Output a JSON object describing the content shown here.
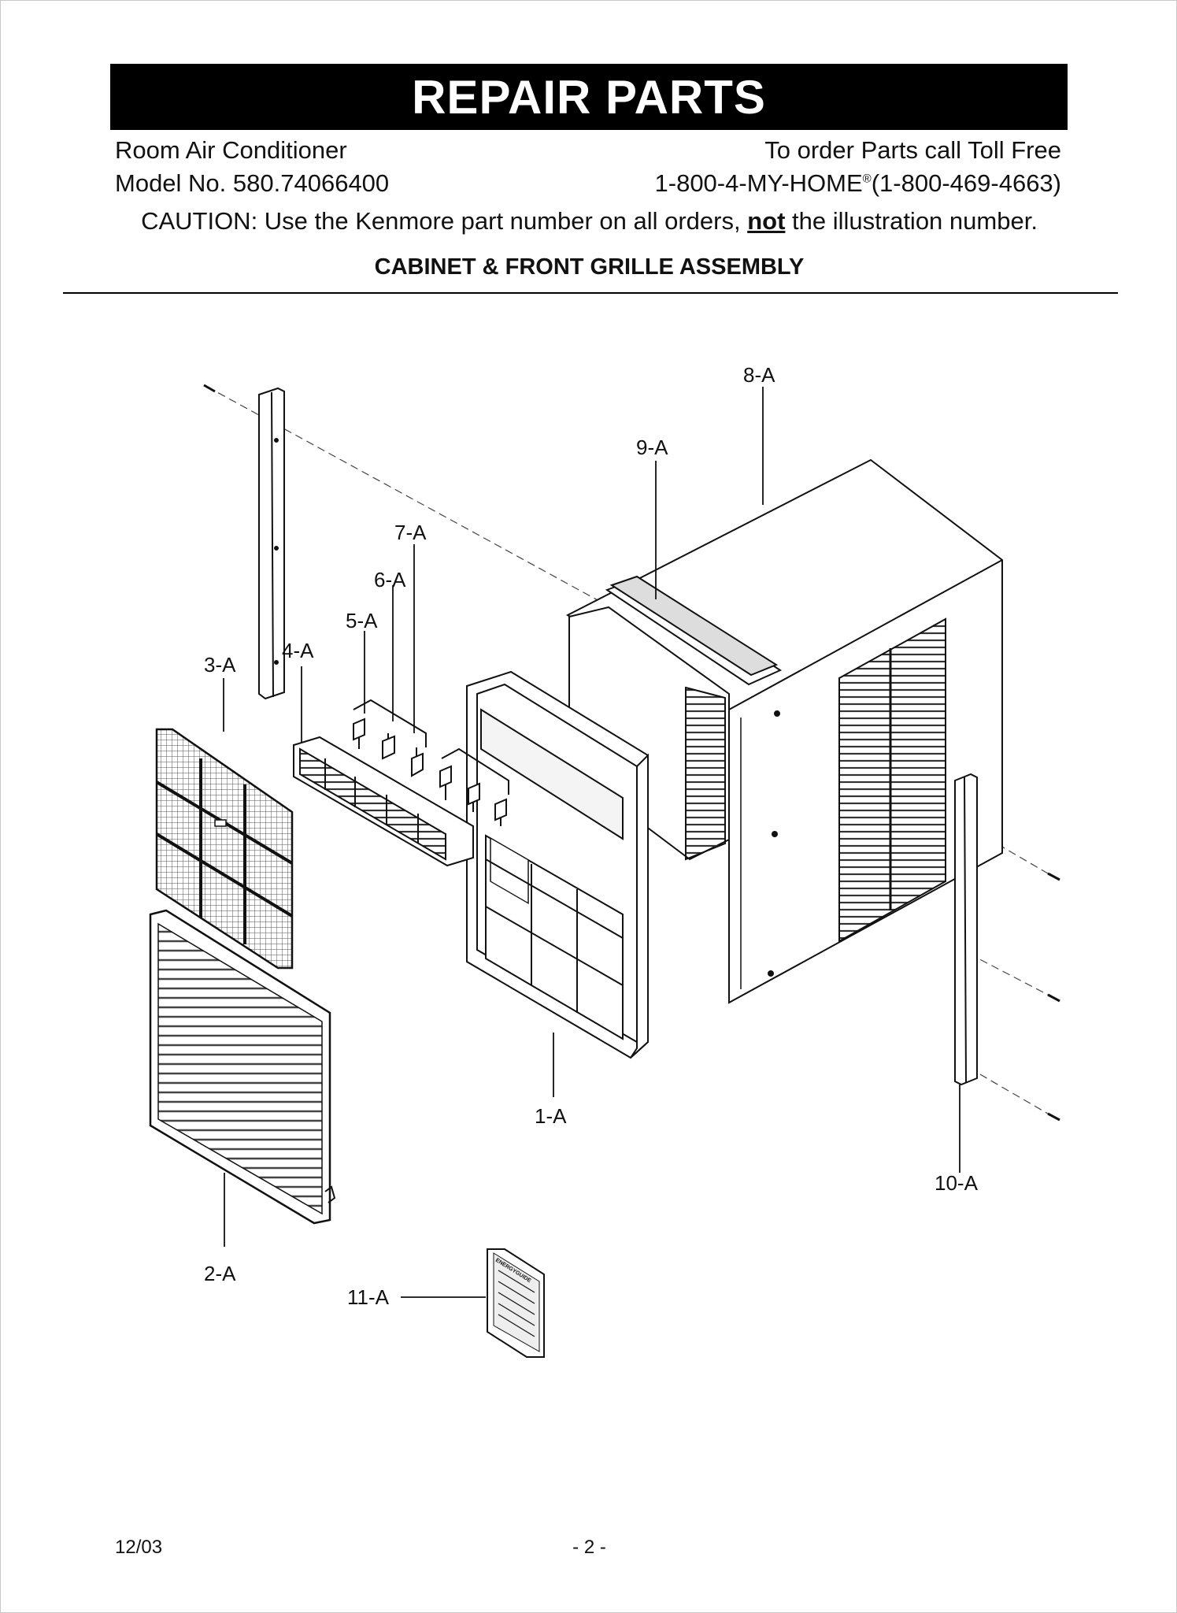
{
  "header": {
    "title": "REPAIR PARTS",
    "product": "Room Air Conditioner",
    "model": "Model No. 580.74066400",
    "order_line": "To order Parts call Toll Free",
    "phone_prefix": "1-800-4-MY-HOME",
    "phone_reg": "®",
    "phone_suffix": "(1-800-469-4663)",
    "caution_pre": "CAUTION: Use the Kenmore part number on all orders, ",
    "caution_emph": "not",
    "caution_post": " the illustration number."
  },
  "section_title": "CABINET & FRONT GRILLE ASSEMBLY",
  "callouts": [
    "8-A",
    "9-A",
    "7-A",
    "6-A",
    "5-A",
    "3-A",
    "4-A",
    "1-A",
    "10-A",
    "2-A",
    "11-A"
  ],
  "label_text": "ENERGYGUIDE",
  "footer": {
    "date": "12/03",
    "page": "- 2 -"
  }
}
